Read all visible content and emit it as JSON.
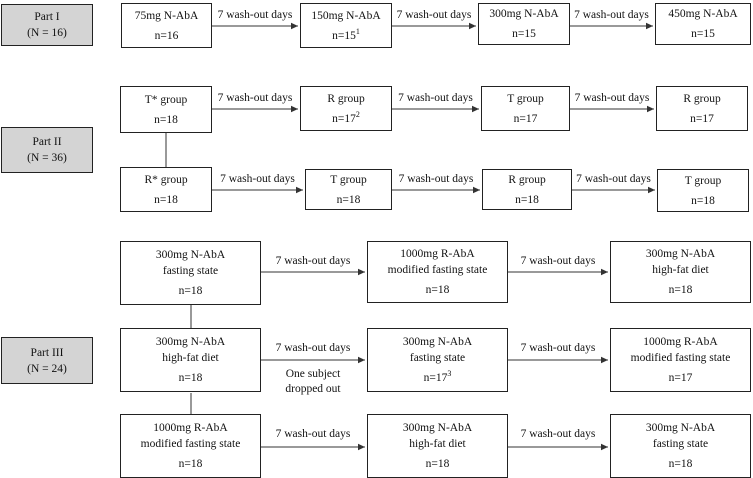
{
  "part1": {
    "label": "Part I",
    "n": "(N = 16)",
    "steps": [
      {
        "line1": "75mg N-AbA",
        "n": "n=16",
        "mark": ""
      },
      {
        "line1": "150mg N-AbA",
        "n": "n=15",
        "mark": "1"
      },
      {
        "line1": "300mg N-AbA",
        "n": "n=15",
        "mark": ""
      },
      {
        "line1": "450mg N-AbA",
        "n": "n=15",
        "mark": ""
      }
    ]
  },
  "part2": {
    "label": "Part II",
    "n": "(N = 36)",
    "row1": [
      {
        "line1": "T* group",
        "n": "n=18",
        "mark": ""
      },
      {
        "line1": "R group",
        "n": "n=17",
        "mark": "2"
      },
      {
        "line1": "T group",
        "n": "n=17",
        "mark": ""
      },
      {
        "line1": "R group",
        "n": "n=17",
        "mark": ""
      }
    ],
    "row2": [
      {
        "line1": "R* group",
        "n": "n=18",
        "mark": ""
      },
      {
        "line1": "T group",
        "n": "n=18",
        "mark": ""
      },
      {
        "line1": "R group",
        "n": "n=18",
        "mark": ""
      },
      {
        "line1": "T group",
        "n": "n=18",
        "mark": ""
      }
    ]
  },
  "part3": {
    "label": "Part III",
    "n": "(N = 24)",
    "row1": [
      {
        "line1": "300mg N-AbA",
        "line2": "fasting state",
        "n": "n=18",
        "mark": ""
      },
      {
        "line1": "1000mg R-AbA",
        "line2": "modified fasting state",
        "n": "n=18",
        "mark": ""
      },
      {
        "line1": "300mg N-AbA",
        "line2": "high-fat diet",
        "n": "n=18",
        "mark": ""
      }
    ],
    "row2": [
      {
        "line1": "300mg N-AbA",
        "line2": "high-fat diet",
        "n": "n=18",
        "mark": ""
      },
      {
        "line1": "300mg N-AbA",
        "line2": "fasting state",
        "n": "n=17",
        "mark": "3"
      },
      {
        "line1": "1000mg R-AbA",
        "line2": "modified fasting state",
        "n": "n=17",
        "mark": ""
      }
    ],
    "row3": [
      {
        "line1": "1000mg R-AbA",
        "line2": "modified fasting state",
        "n": "n=18",
        "mark": ""
      },
      {
        "line1": "300mg N-AbA",
        "line2": "high-fat diet",
        "n": "n=18",
        "mark": ""
      },
      {
        "line1": "300mg N-AbA",
        "line2": "fasting state",
        "n": "n=18",
        "mark": ""
      }
    ]
  },
  "washout": "7 wash-out days",
  "dropout": {
    "line1": "One subject",
    "line2": "dropped out"
  }
}
